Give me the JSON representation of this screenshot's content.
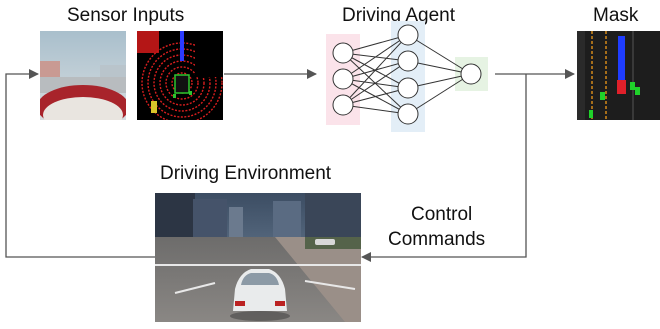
{
  "labels": {
    "sensor_inputs": "Sensor Inputs",
    "driving_agent": "Driving Agent",
    "mask": "Mask",
    "driving_environment": "Driving Environment",
    "control_line1": "Control",
    "control_line2": "Commands"
  },
  "colors": {
    "arrow": "#555555",
    "input_layer_bg": "#fbe3ea",
    "hidden_layer_bg": "#e3eef7",
    "output_layer_bg": "#e6f3e3",
    "node_stroke": "#333333",
    "lidar_red": "#d81e1e",
    "lidar_blue": "#2b3bff",
    "mask_blue": "#1f3dff",
    "mask_red": "#e0202a",
    "mask_green": "#1fd12a",
    "mask_orange": "#d48a1a"
  },
  "network": {
    "input_nodes": 3,
    "hidden_nodes": 4,
    "output_nodes": 1
  },
  "icons": {
    "camera_view": "camera-view-image",
    "lidar_view": "lidar-view-image",
    "mask_view": "mask-birdseye-image",
    "environment_view": "driving-environment-image"
  }
}
